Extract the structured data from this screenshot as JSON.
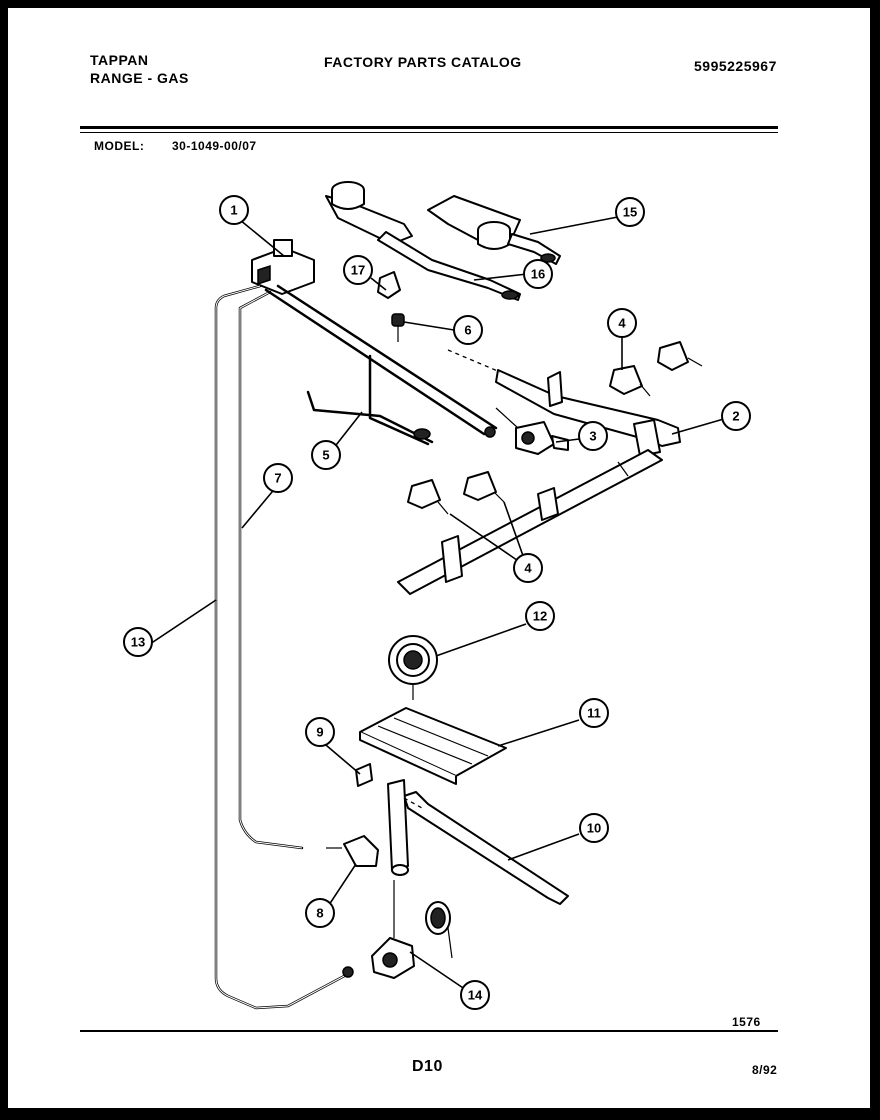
{
  "header": {
    "brand": "TAPPAN",
    "product": "RANGE - GAS",
    "catalog_title": "FACTORY PARTS CATALOG",
    "catalog_number": "5995225967",
    "model_label": "MODEL:",
    "model_number": "30-1049-00/07"
  },
  "diagram": {
    "callouts": [
      "1",
      "2",
      "3",
      "4",
      "4",
      "5",
      "6",
      "7",
      "8",
      "9",
      "10",
      "11",
      "12",
      "13",
      "14",
      "15",
      "16",
      "17"
    ],
    "drawing_number": "1576"
  },
  "footer": {
    "page_code": "D10",
    "date": "8/92"
  }
}
